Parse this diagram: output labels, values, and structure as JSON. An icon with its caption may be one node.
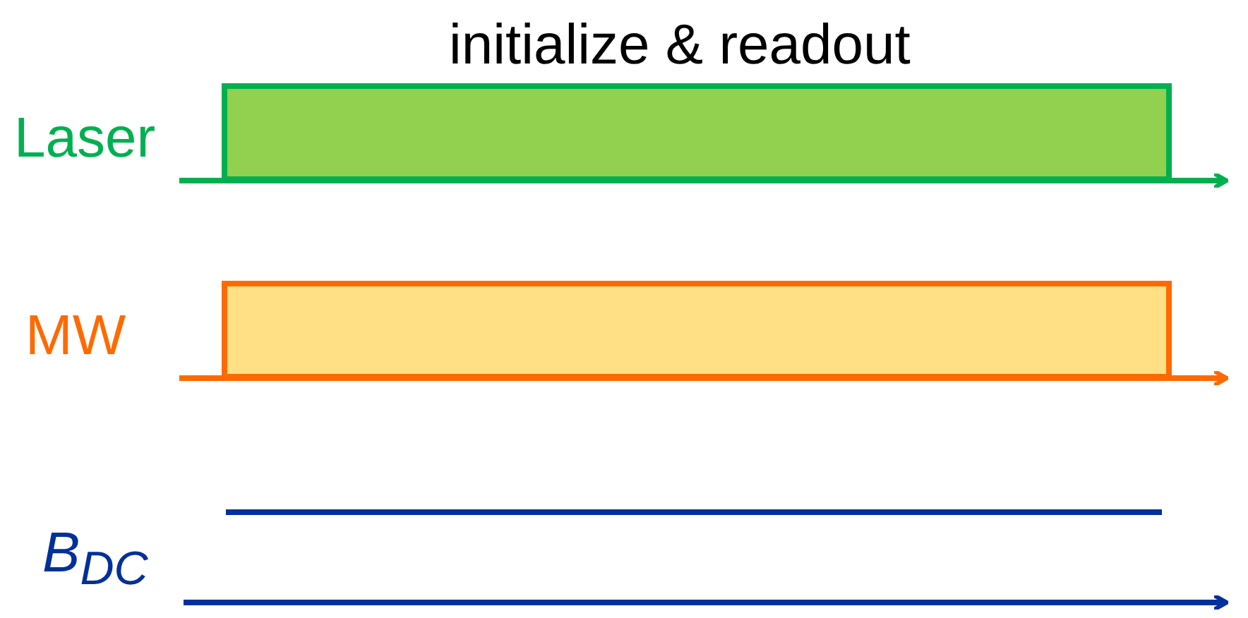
{
  "diagram": {
    "labels": [
      "initialize & readout",
      "Laser",
      "MW",
      "B$_{DC}$"
    ]
  }
}
